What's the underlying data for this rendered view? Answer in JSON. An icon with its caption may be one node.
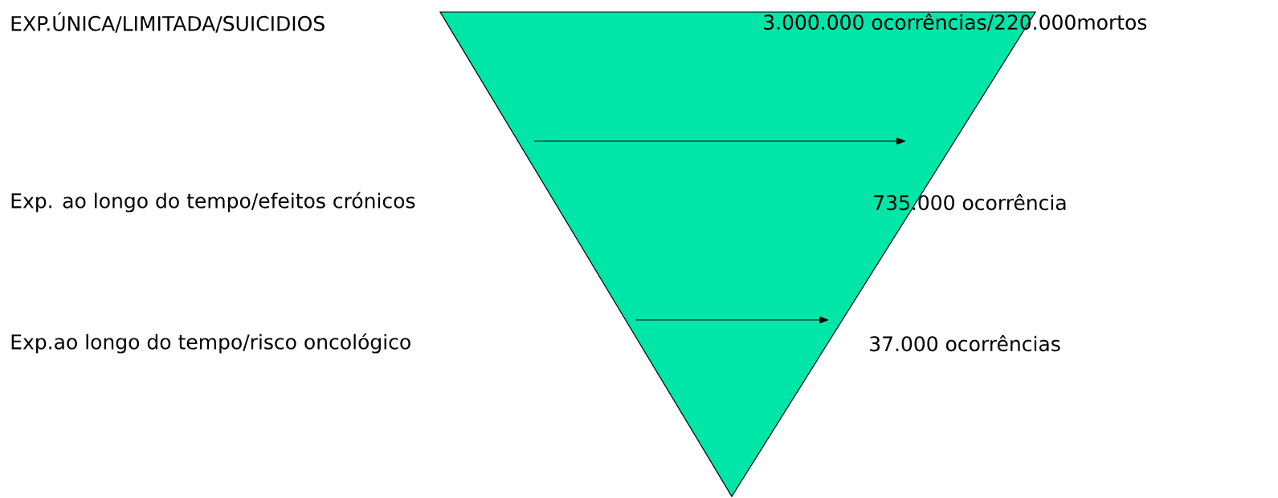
{
  "diagram": {
    "nodes": [
      {
        "text": [],
        "shape": "triangle"
      }
    ],
    "labels": [
      "EXP.ÚNICA/LIMITADA/SUICIDIOS",
      "3.000.000 ocorrências/220.000mortos",
      "Exp. ao longo do tempo/efeitos crónicos",
      "735.000 ocorrência",
      "Exp.ao longo do tempo/risco oncológico",
      "37.000 ocorrências"
    ]
  }
}
